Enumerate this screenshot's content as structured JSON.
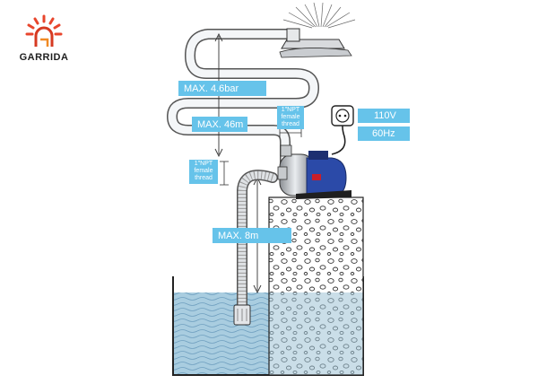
{
  "brand": {
    "name": "GARRIDA",
    "accent": "#e8452c"
  },
  "labels": {
    "max_pressure": "MAX. 4.6bar",
    "max_head": "MAX. 46m",
    "max_suction": "MAX. 8m",
    "voltage": "110V",
    "frequency": "60Hz"
  },
  "thread_outlet": {
    "line1": "1\"NPT",
    "line2": "female",
    "line3": "thread"
  },
  "thread_inlet": {
    "line1": "1\"NPT",
    "line2": "female",
    "line3": "thread"
  },
  "colors": {
    "label_bg": "#66c3ea",
    "water": "#a9cde0",
    "pump": "#2b4aa8",
    "line": "#333333"
  }
}
